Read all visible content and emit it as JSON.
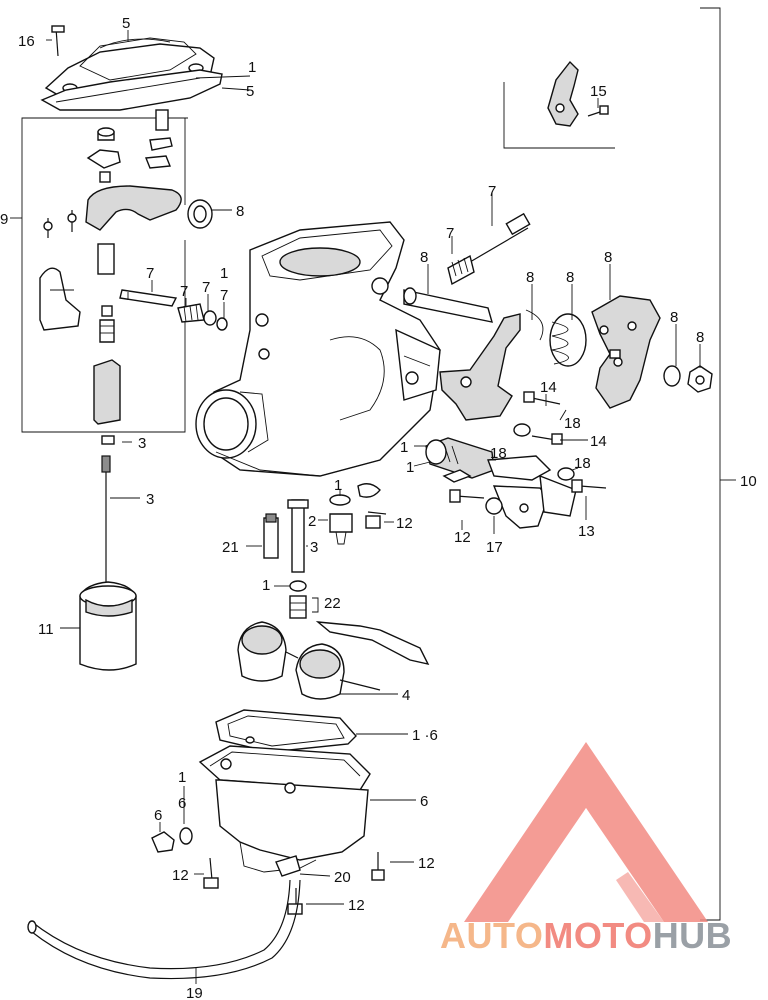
{
  "diagram": {
    "callouts": [
      {
        "id": "c16",
        "text": "16"
      },
      {
        "id": "c5a",
        "text": "5"
      },
      {
        "id": "c1a",
        "text": "1"
      },
      {
        "id": "c5b",
        "text": "5"
      },
      {
        "id": "c15",
        "text": "15"
      },
      {
        "id": "c9",
        "text": "9"
      },
      {
        "id": "c8a",
        "text": "8"
      },
      {
        "id": "c7a",
        "text": "7"
      },
      {
        "id": "c7b",
        "text": "7"
      },
      {
        "id": "c8b",
        "text": "8"
      },
      {
        "id": "c8c",
        "text": "8"
      },
      {
        "id": "c8d",
        "text": "8"
      },
      {
        "id": "c8e",
        "text": "8"
      },
      {
        "id": "c8f",
        "text": "8"
      },
      {
        "id": "c8g",
        "text": "8"
      },
      {
        "id": "c7c",
        "text": "7"
      },
      {
        "id": "c7d",
        "text": "7"
      },
      {
        "id": "c7e",
        "text": "7"
      },
      {
        "id": "c1b",
        "text": "1"
      },
      {
        "id": "c7f",
        "text": "7"
      },
      {
        "id": "c14a",
        "text": "14"
      },
      {
        "id": "c18a",
        "text": "18"
      },
      {
        "id": "c14b",
        "text": "14"
      },
      {
        "id": "c3a",
        "text": "3"
      },
      {
        "id": "c1c",
        "text": "1"
      },
      {
        "id": "c1d",
        "text": "1"
      },
      {
        "id": "c18b",
        "text": "18"
      },
      {
        "id": "c18c",
        "text": "18"
      },
      {
        "id": "c3b",
        "text": "3"
      },
      {
        "id": "c10",
        "text": "10"
      },
      {
        "id": "c1e",
        "text": "1"
      },
      {
        "id": "c2",
        "text": "2"
      },
      {
        "id": "c12a",
        "text": "12"
      },
      {
        "id": "c21",
        "text": "21"
      },
      {
        "id": "c3c",
        "text": "3"
      },
      {
        "id": "c12b",
        "text": "12"
      },
      {
        "id": "c17",
        "text": "17"
      },
      {
        "id": "c13",
        "text": "13"
      },
      {
        "id": "c1f",
        "text": "1"
      },
      {
        "id": "c22",
        "text": "22"
      },
      {
        "id": "c11",
        "text": "11"
      },
      {
        "id": "c4",
        "text": "4"
      },
      {
        "id": "c16b",
        "text": "1 ·6"
      },
      {
        "id": "c1g",
        "text": "1"
      },
      {
        "id": "c6a",
        "text": "6"
      },
      {
        "id": "c6b",
        "text": "6"
      },
      {
        "id": "c6c",
        "text": "6"
      },
      {
        "id": "c12c",
        "text": "12"
      },
      {
        "id": "c12d",
        "text": "12"
      },
      {
        "id": "c20",
        "text": "20"
      },
      {
        "id": "c12e",
        "text": "12"
      },
      {
        "id": "c19",
        "text": "19"
      }
    ]
  },
  "watermark": {
    "auto": "AUTO",
    "moto": "MOTO",
    "hub": "HUB",
    "colors": {
      "triangle": "#f28b82",
      "auto": "#f5b78a",
      "moto": "#f28b82",
      "hub": "#9aa0a6"
    }
  }
}
